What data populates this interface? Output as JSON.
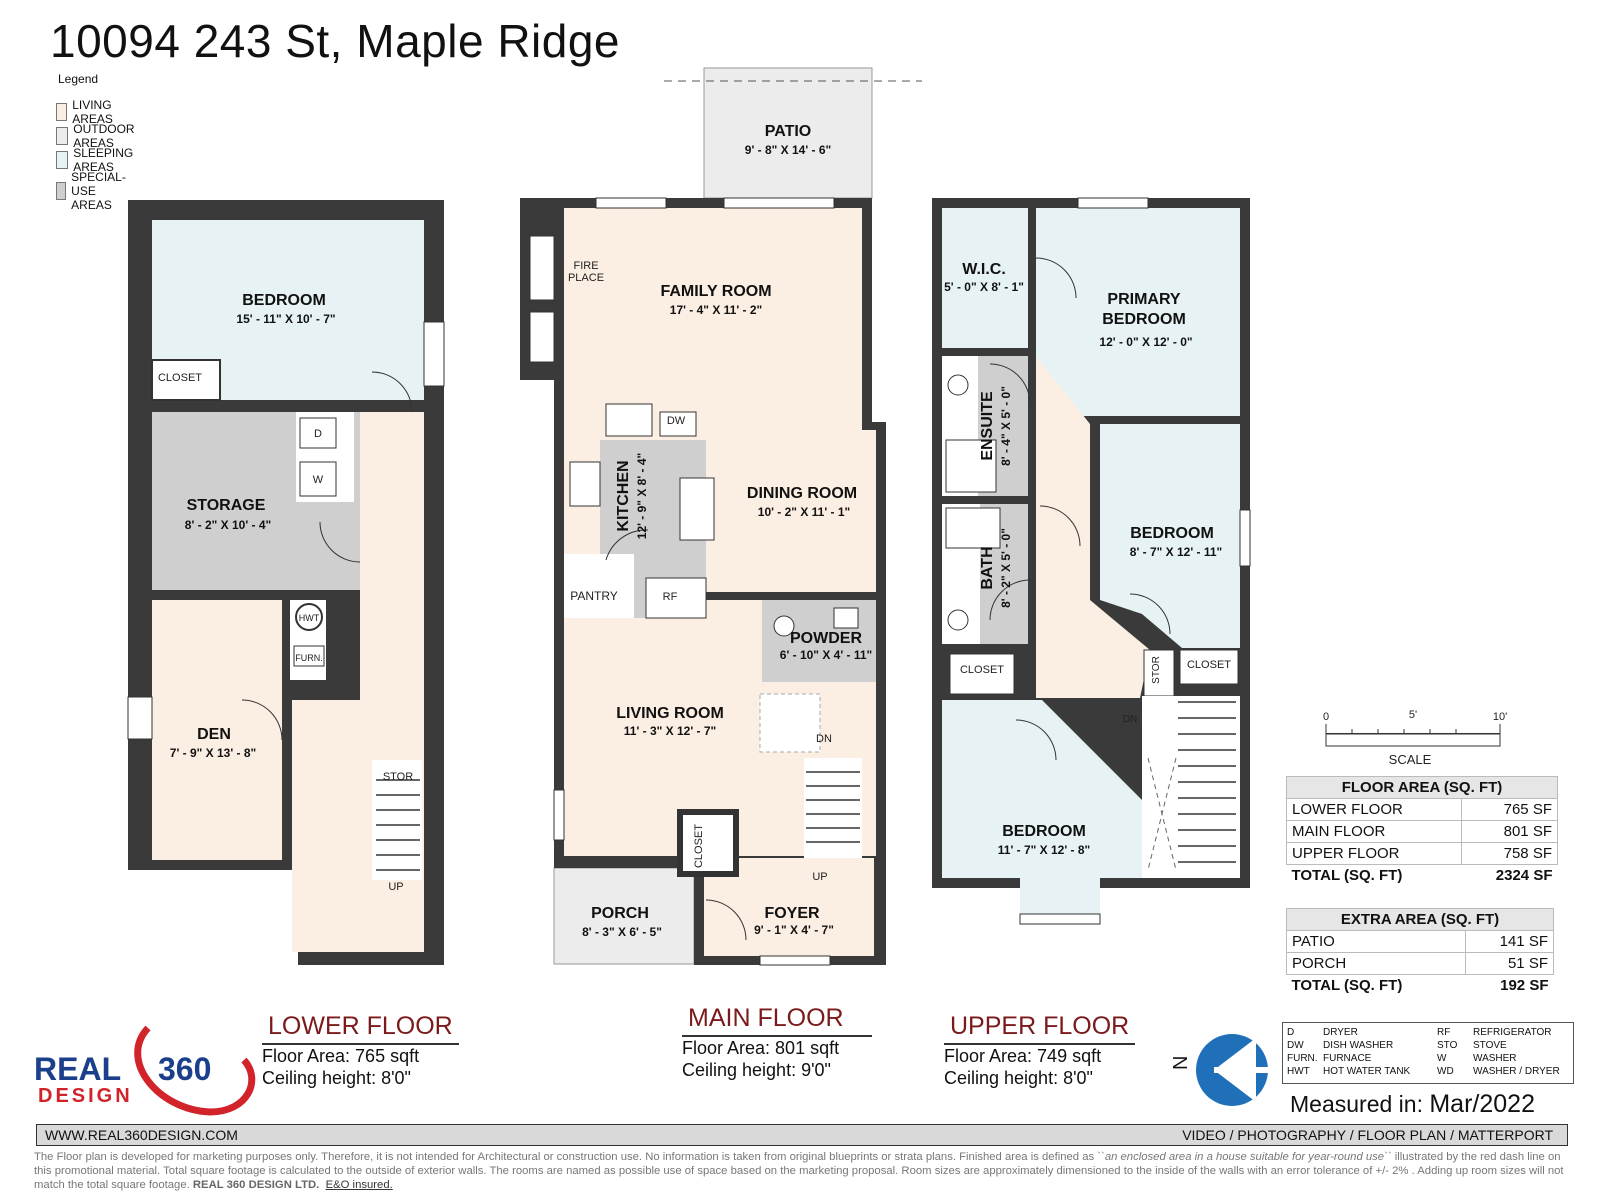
{
  "title": "10094 243 St, Maple Ridge",
  "legend": {
    "heading": "Legend",
    "items": [
      {
        "label": "LIVING AREAS",
        "color": "#fbeee2"
      },
      {
        "label": "OUTDOOR AREAS",
        "color": "#ececec"
      },
      {
        "label": "SLEEPING AREAS",
        "color": "#e6f2f4"
      },
      {
        "label": "SPECIAL-USE AREAS",
        "color": "#cfcfcf"
      }
    ]
  },
  "colors": {
    "wall": "#3a3a3a",
    "living": "#fbeee2",
    "outdoor": "#ececec",
    "sleeping": "#e6f2f4",
    "special": "#cfcfcf"
  },
  "rooms": {
    "lower": {
      "bedroom": {
        "name": "BEDROOM",
        "dim": "15' - 11\" X 10' - 7\""
      },
      "closet": "CLOSET",
      "storage": {
        "name": "STORAGE",
        "dim": "8' - 2\" X 10' - 4\""
      },
      "dryer": "D",
      "washer": "W",
      "hwt": "HWT",
      "furn": "FURN.",
      "den": {
        "name": "DEN",
        "dim": "7' - 9\" X 13' - 8\""
      },
      "stor": "STOR",
      "up": "UP"
    },
    "main": {
      "patio": {
        "name": "PATIO",
        "dim": "9' - 8\" X 14' - 6\""
      },
      "fireplace1": "FIRE",
      "fireplace2": "PLACE",
      "family": {
        "name": "FAMILY ROOM",
        "dim": "17' - 4\" X 11' - 2\""
      },
      "dw": "DW",
      "kitchen": {
        "name": "KITCHEN",
        "dim": "12' - 9\" X 8' - 4\""
      },
      "dining": {
        "name": "DINING ROOM",
        "dim": "10' - 2\" X 11' - 1\""
      },
      "pantry": "PANTRY",
      "rf": "RF",
      "powder": {
        "name": "POWDER",
        "dim": "6' - 10\" X 4' - 11\""
      },
      "living": {
        "name": "LIVING ROOM",
        "dim": "11' - 3\" X 12' - 7\""
      },
      "dn": "DN",
      "closet": "CLOSET",
      "up": "UP",
      "porch": {
        "name": "PORCH",
        "dim": "8' - 3\" X 6' - 5\""
      },
      "foyer": {
        "name": "FOYER",
        "dim": "9' - 1\" X 4' - 7\""
      }
    },
    "upper": {
      "wic": {
        "name": "W.I.C.",
        "dim": "5' - 0\" X 8' - 1\""
      },
      "primary1": "PRIMARY",
      "primary2": "BEDROOM",
      "primary_dim": "12' - 0\" X 12' - 0\"",
      "ensuite": {
        "name": "ENSUITE",
        "dim": "8' - 4\" X 5' - 0\""
      },
      "bedroom2": {
        "name": "BEDROOM",
        "dim": "8' - 7\" X 12' - 11\""
      },
      "bath": {
        "name": "BATH",
        "dim": "8' - 2\" X 5' - 0\""
      },
      "stor": "STOR",
      "closet_a": "CLOSET",
      "closet_b": "CLOSET",
      "dn": "DN",
      "bedroom3": {
        "name": "BEDROOM",
        "dim": "11' - 7\" X 12' - 8\""
      }
    }
  },
  "scale": {
    "label": "SCALE",
    "ticks": [
      "0",
      "5'",
      "10'"
    ]
  },
  "floor_area": {
    "heading": "FLOOR AREA (SQ. FT)",
    "rows": [
      {
        "label": "LOWER FLOOR",
        "value": "765 SF"
      },
      {
        "label": "MAIN FLOOR",
        "value": "801 SF"
      },
      {
        "label": "UPPER FLOOR",
        "value": "758 SF"
      }
    ],
    "total_label": "TOTAL (SQ. FT)",
    "total_value": "2324 SF"
  },
  "extra_area": {
    "heading": "EXTRA AREA (SQ. FT)",
    "rows": [
      {
        "label": "PATIO",
        "value": "141 SF"
      },
      {
        "label": "PORCH",
        "value": "51 SF"
      }
    ],
    "total_label": "TOTAL (SQ. FT)",
    "total_value": "192 SF"
  },
  "floors": [
    {
      "name": "LOWER FLOOR",
      "area": "Floor Area: 765 sqft",
      "ceiling": "Ceiling height: 8'0\""
    },
    {
      "name": "MAIN FLOOR",
      "area": "Floor Area: 801 sqft",
      "ceiling": "Ceiling height: 9'0\""
    },
    {
      "name": "UPPER FLOOR",
      "area": "Floor Area: 749 sqft",
      "ceiling": "Ceiling height: 8'0\""
    }
  ],
  "logo": {
    "line1": "REAL",
    "num": "360",
    "line2": "DESIGN"
  },
  "north": "N",
  "abbreviations": [
    {
      "code": "D",
      "text": "DRYER"
    },
    {
      "code": "DW",
      "text": "DISH WASHER"
    },
    {
      "code": "FURN.",
      "text": "FURNACE"
    },
    {
      "code": "HWT",
      "text": "HOT WATER TANK"
    },
    {
      "code": "RF",
      "text": "REFRIGERATOR"
    },
    {
      "code": "STO",
      "text": "STOVE"
    },
    {
      "code": "W",
      "text": "WASHER"
    },
    {
      "code": "WD",
      "text": "WASHER / DRYER"
    }
  ],
  "measured": {
    "label": "Measured in:",
    "date": "Mar/2022"
  },
  "footer": {
    "website": "WWW.REAL360DESIGN.COM",
    "services": "VIDEO / PHOTOGRAPHY / FLOOR PLAN / MATTERPORT",
    "disclaimer_a": "The Floor plan is developed for marketing purposes only. Therefore, it is not intended for Architectural or construction use. No information is taken from original blueprints or strata plans. Finished area is defined as ",
    "disclaimer_b": "``an enclosed area in a house suitable for year-round use``",
    "disclaimer_c": " illustrated by the red dash line on this promotional material. Total square footage is calculated to the outside of exterior walls. The rooms are named as possible use of space based on the marketing proposal. Room sizes are approximately dimensioned to the inside of the walls with an error tolerance of +/- 2% . Adding up room sizes will not match the total square footage. ",
    "disclaimer_d": "REAL 360 DESIGN LTD.",
    "disclaimer_e": "E&O insured."
  }
}
